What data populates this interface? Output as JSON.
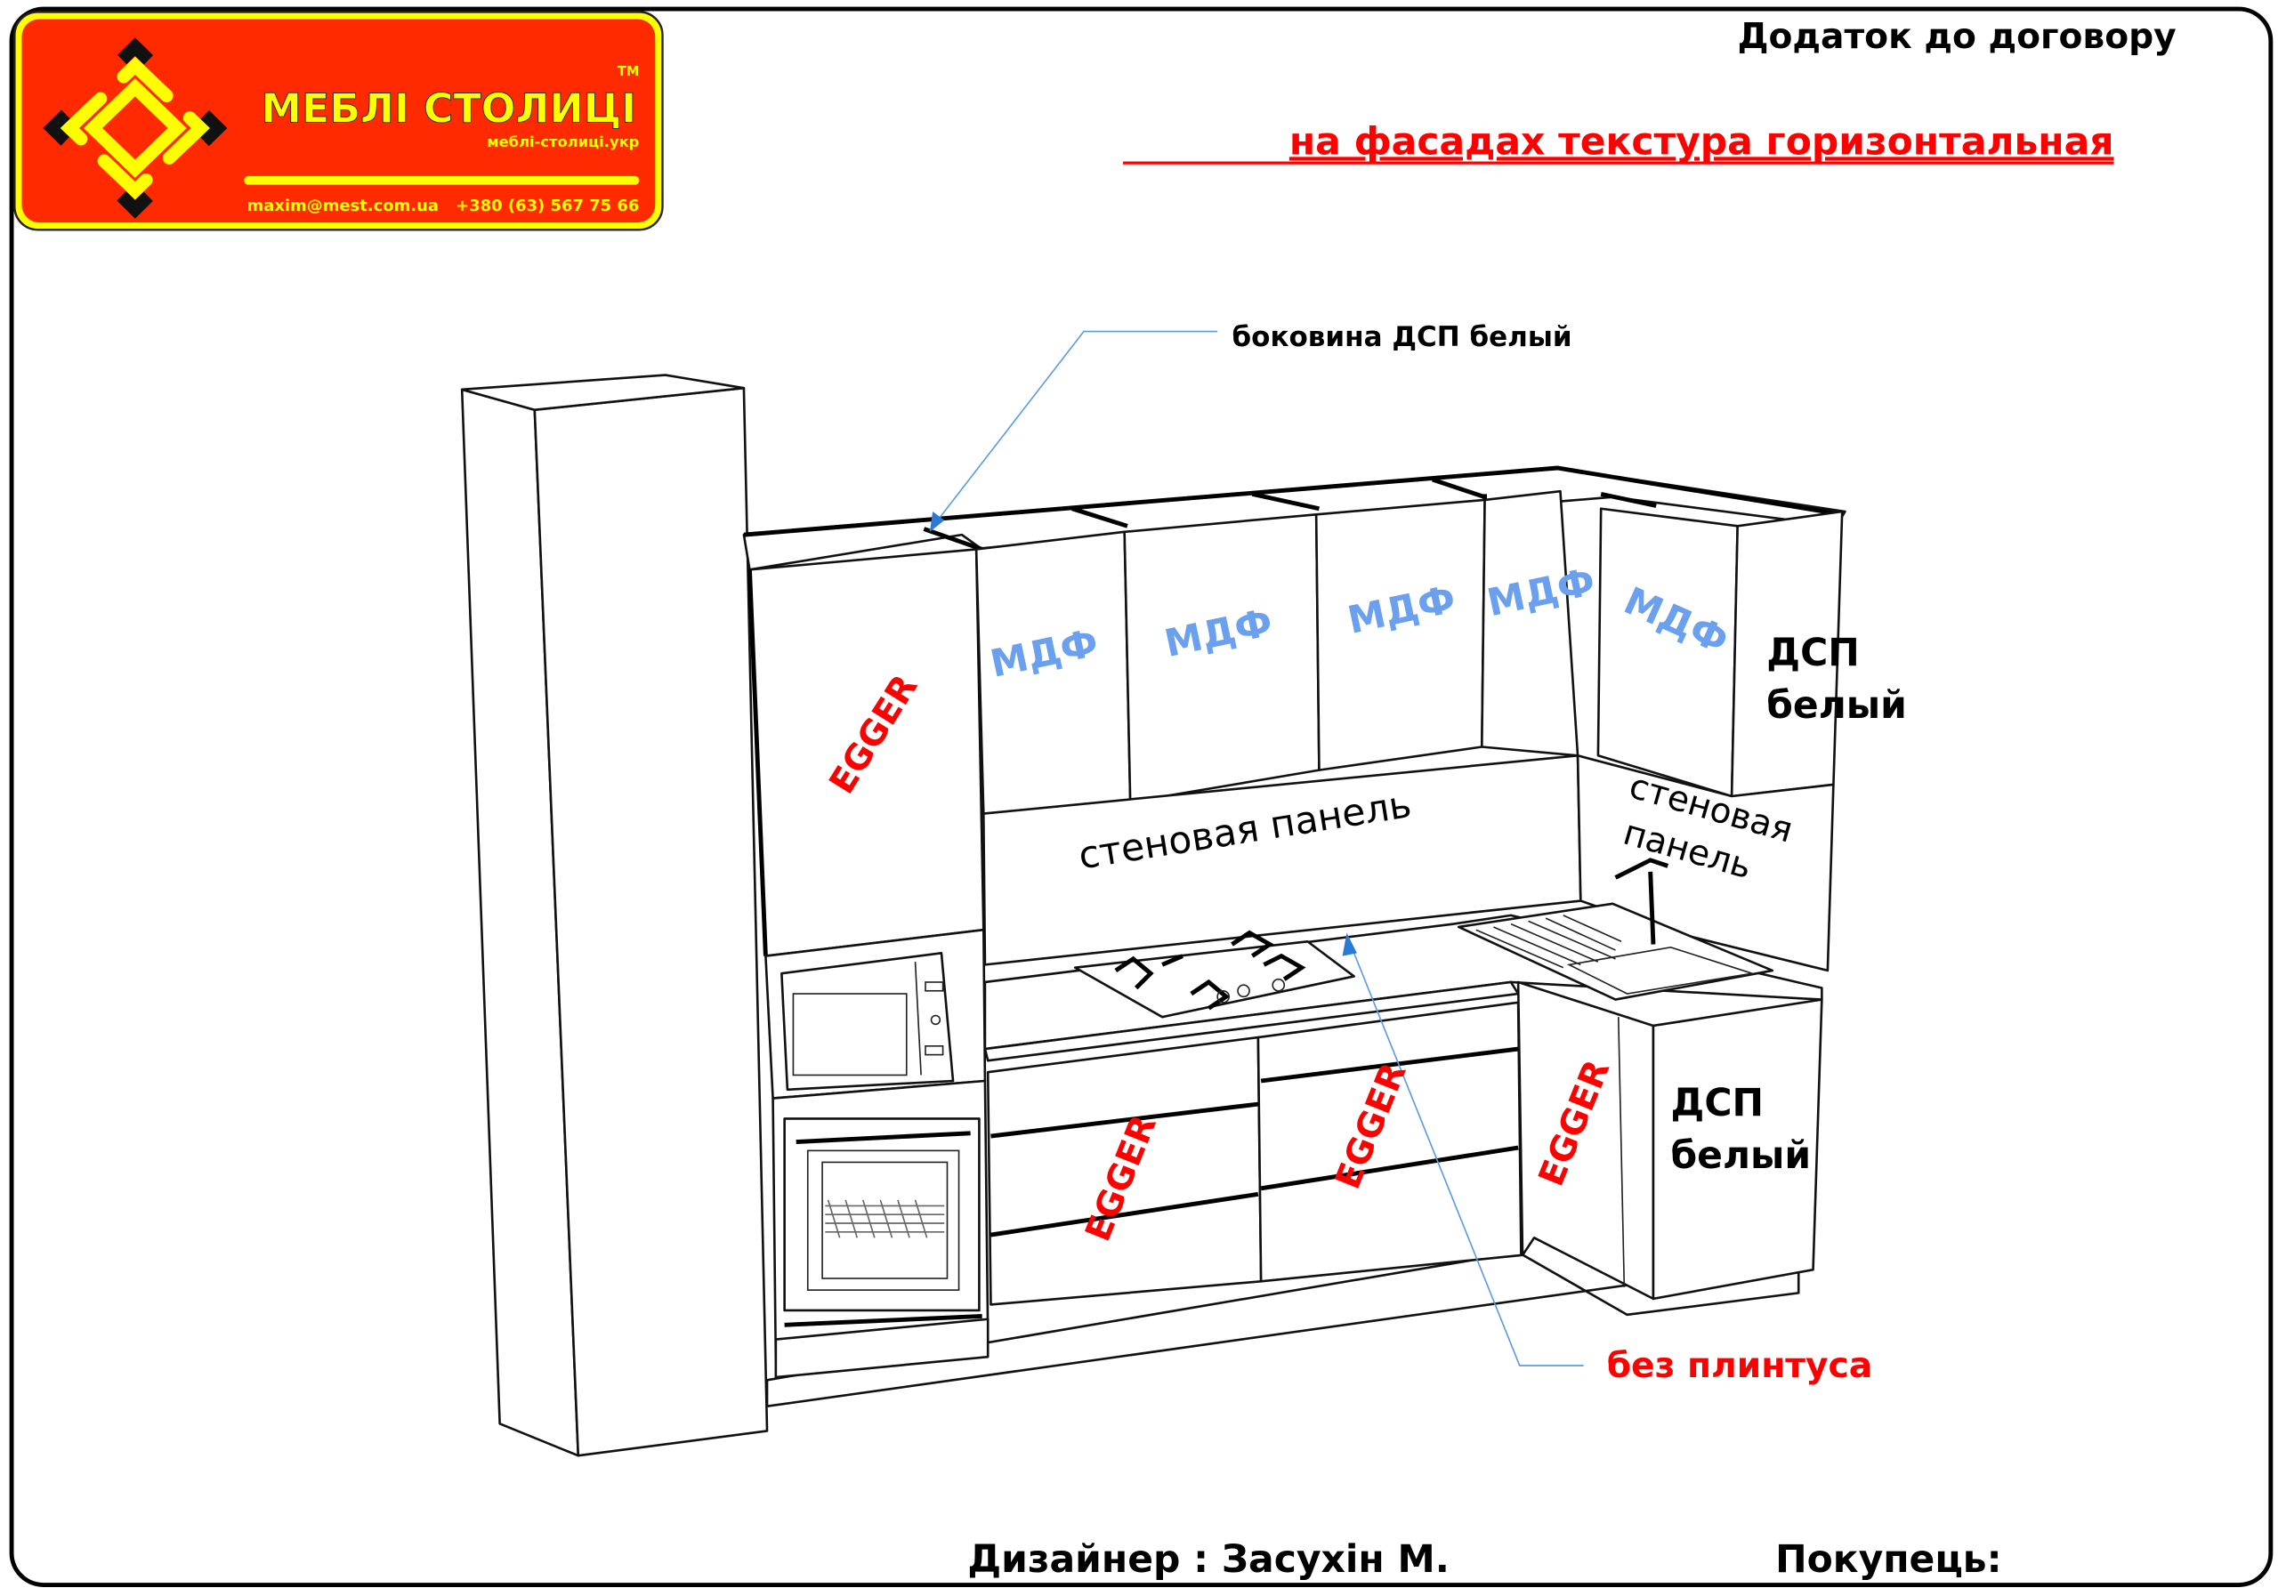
{
  "document": {
    "title": "Додаток до договору",
    "note": "на фасадах текстура горизонтальная"
  },
  "brand": {
    "name": "МЕБЛІ СТОЛИЦІ",
    "trademark": "TM",
    "website": "меблі-столиці.укр",
    "email": "maxim@mest.com.ua",
    "phone": "+380 (63) 567 75 66",
    "colors": {
      "background": "#ff2a00",
      "accent": "#ffff00",
      "mark": "#111111"
    }
  },
  "annotations": {
    "side_panel": "боковина ДСП белый",
    "egger_label": "EGGER",
    "mdf_label": "МДФ",
    "chipboard_line1": "ДСП",
    "chipboard_line2": "белый",
    "wall_panel_main": "стеновая панель",
    "wall_panel_corner_line1": "стеновая",
    "wall_panel_corner_line2": "панель",
    "no_plinth": "без плинтуса"
  },
  "colors": {
    "egger": "#ff0000",
    "mdf": "#6aa0ee",
    "leader": "#5b9be0",
    "text": "#000000"
  },
  "footer": {
    "designer": "Дизайнер : Засухін М.",
    "buyer": "Покупець:"
  }
}
